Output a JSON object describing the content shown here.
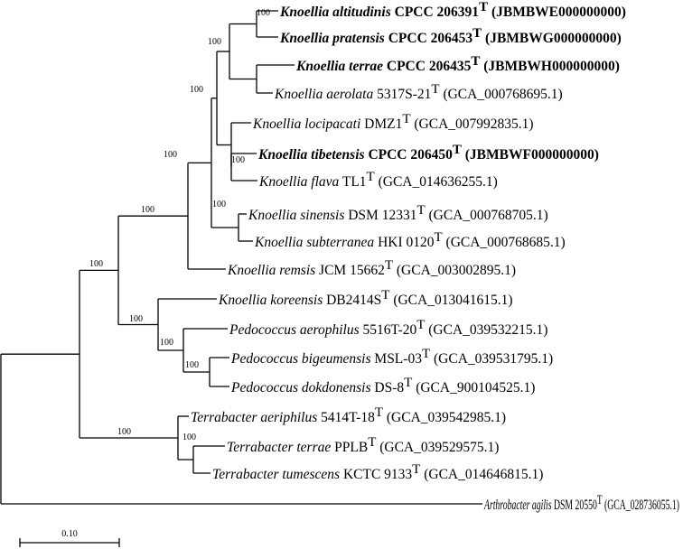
{
  "taxa": [
    {
      "genus_species": "Knoellia altitudinis",
      "strain": "CPCC 206391",
      "accession": "JBMBWE000000000",
      "bold": true
    },
    {
      "genus_species": "Knoellia pratensis",
      "strain": "CPCC 206453",
      "accession": "JBMBWG000000000",
      "bold": true
    },
    {
      "genus_species": "Knoellia terrae",
      "strain": "CPCC 206435",
      "accession": "JBMBWH000000000",
      "bold": true
    },
    {
      "genus_species": "Knoellia aerolata",
      "strain": "5317S-21",
      "accession": "GCA_000768695.1",
      "bold": false
    },
    {
      "genus_species": "Knoellia locipacati",
      "strain": "DMZ1",
      "accession": "GCA_007992835.1",
      "bold": false
    },
    {
      "genus_species": "Knoellia tibetensis",
      "strain": "CPCC 206450",
      "accession": "JBMBWF000000000",
      "bold": true
    },
    {
      "genus_species": "Knoellia flava",
      "strain": "TL1",
      "accession": "GCA_014636255.1",
      "bold": false
    },
    {
      "genus_species": "Knoellia sinensis",
      "strain": "DSM 12331",
      "accession": "GCA_000768705.1",
      "bold": false
    },
    {
      "genus_species": "Knoellia subterranea",
      "strain": "HKI 0120",
      "accession": "GCA_000768685.1",
      "bold": false
    },
    {
      "genus_species": "Knoellia remsis",
      "strain": "JCM 15662",
      "accession": "GCA_003002895.1",
      "bold": false
    },
    {
      "genus_species": "Knoellia koreensis",
      "strain": "DB2414S",
      "accession": "GCA_013041615.1",
      "bold": false
    },
    {
      "genus_species": "Pedococcus aerophilus",
      "strain": "5516T-20",
      "accession": "GCA_039532215.1",
      "bold": false
    },
    {
      "genus_species": "Pedococcus bigeumensis",
      "strain": "MSL-03",
      "accession": "GCA_039531795.1",
      "bold": false
    },
    {
      "genus_species": "Pedococcus dokdonensis",
      "strain": "DS-8",
      "accession": "GCA_900104525.1",
      "bold": false
    },
    {
      "genus_species": "Terrabacter aeriphilus",
      "strain": "5414T-18",
      "accession": "GCA_039542985.1",
      "bold": false
    },
    {
      "genus_species": "Terrabacter terrae",
      "strain": "PPLB",
      "accession": "GCA_039529575.1",
      "bold": false
    },
    {
      "genus_species": "Terrabacter tumescens",
      "strain": "KCTC 9133",
      "accession": "GCA_014646815.1",
      "bold": false
    },
    {
      "genus_species": "Arthrobacter agilis",
      "strain": "DSM 20550",
      "accession": "GCA_028736055.1",
      "bold": false
    }
  ],
  "type_strain_mark": "T",
  "bootstrap_value": "100",
  "scale_bar": {
    "label": "0.10"
  }
}
